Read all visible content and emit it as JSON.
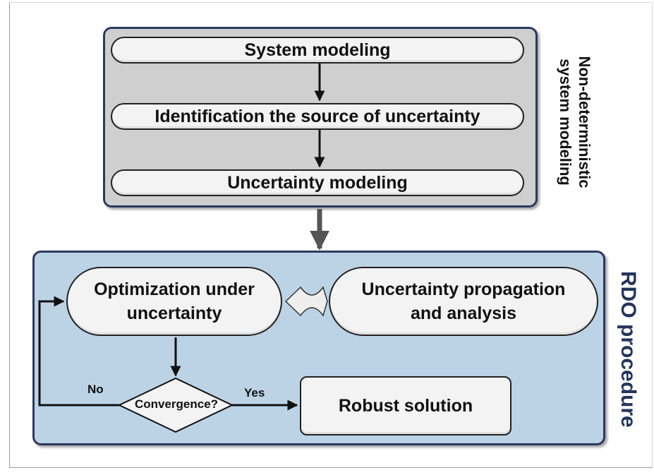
{
  "top_panel": {
    "steps": [
      "System modeling",
      "Identification the source of uncertainty",
      "Uncertainty modeling"
    ],
    "side_label_line1": "Non-deterministic",
    "side_label_line2": "system modeling"
  },
  "bottom_panel": {
    "side_label": "RDO procedure",
    "optimization_line1": "Optimization under",
    "optimization_line2": "uncertainty",
    "propagation_line1": "Uncertainty propagation",
    "propagation_line2": "and analysis",
    "decision": "Convergence?",
    "no_label": "No",
    "yes_label": "Yes",
    "result": "Robust solution"
  },
  "colors": {
    "top_panel_fill": "#cfcfcf",
    "bottom_panel_fill": "#bcd3e6",
    "border": "#2b3a5f",
    "rdo_label": "#24355c"
  }
}
